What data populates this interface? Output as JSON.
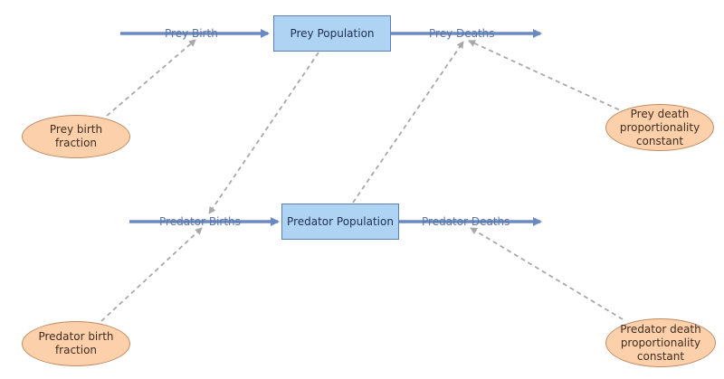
{
  "stocks": {
    "prey_population": "Prey Population",
    "predator_population": "Predator Population"
  },
  "flows": {
    "prey_birth": "Prey Birth",
    "prey_deaths": "Prey Deaths",
    "predator_births": "Predator Births",
    "predator_deaths": "Predator Deaths"
  },
  "auxiliaries": {
    "prey_birth_fraction": [
      "Prey birth",
      "fraction"
    ],
    "prey_death_constant": [
      "Prey death",
      "proportionality",
      "constant"
    ],
    "predator_birth_fraction": [
      "Predator birth",
      "fraction"
    ],
    "predator_death_constant": [
      "Predator death",
      "proportionality",
      "constant"
    ]
  },
  "colors": {
    "flow_pipe": "#6b8ac4",
    "stock_fill": "#aed3f3",
    "stock_border": "#5a7fb0",
    "aux_fill": "#fdd0ac",
    "aux_border": "#c28b63",
    "link": "#a8a8a8",
    "flow_text": "#5b74a6"
  }
}
